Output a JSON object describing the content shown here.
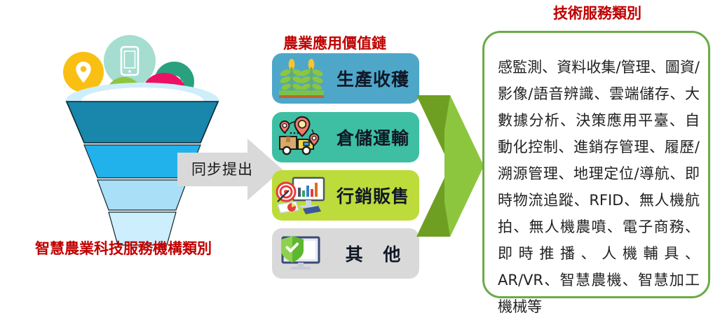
{
  "titles": {
    "value_chain": "農業應用價值鏈",
    "tech_service": "技術服務類別",
    "org_category": "智慧農業科技服務機構類別"
  },
  "colors": {
    "title_red": "#c00000",
    "chevron_light": "#8cc63e",
    "chevron_dark": "#6f9f22",
    "panel_border": "#6aab46",
    "arrow_gray": "#d9d9d9",
    "card_production": "#4ea7c9",
    "card_logistics": "#3ebfa3",
    "card_marketing": "#bddb3b",
    "card_other": "#d9d9d9"
  },
  "funnel": {
    "bubbles": [
      {
        "icon": "location-pin-icon",
        "color": "#f9c013"
      },
      {
        "icon": "smartphone-icon",
        "color": "#a5ddd0"
      },
      {
        "icon": "cloud-download-icon",
        "color": "#2aa17e"
      },
      {
        "icon": "recycle-icon",
        "color": "#8cc63e"
      },
      {
        "icon": "atom-flower-icon",
        "color": "#ed1164"
      }
    ],
    "tiers": [
      {
        "name": "tier-1",
        "color": "#1986ab"
      },
      {
        "name": "tier-2",
        "color": "#21b2ec"
      },
      {
        "name": "tier-3",
        "color": "#a9dff7"
      },
      {
        "name": "tier-4",
        "color": "#cdeefc"
      }
    ]
  },
  "sync_arrow": {
    "label": "同步提出"
  },
  "value_chain_cards": [
    {
      "label": "生產收穫",
      "icon": "crops-harvest-icon",
      "color": "#4ea7c9"
    },
    {
      "label": "倉儲運輸",
      "icon": "truck-delivery-icon",
      "color": "#3ebfa3"
    },
    {
      "label": "行銷販售",
      "icon": "marketing-chart-icon",
      "color": "#bddb3b"
    },
    {
      "label": "其 他",
      "icon": "shield-monitor-icon",
      "color": "#d9d9d9"
    }
  ],
  "tech_panel": {
    "body": "感監測、資料收集/管理、圖資/影像/語音辨識、雲端儲存、大數據分析、決策應用平臺、自動化控制、進銷存管理、履歷/溯源管理、地理定位/導航、即時物流追蹤、RFID、無人機航拍、無人機農噴、電子商務、即時推播、人機輔具、AR/VR、智慧農機、智慧加工機械等"
  }
}
